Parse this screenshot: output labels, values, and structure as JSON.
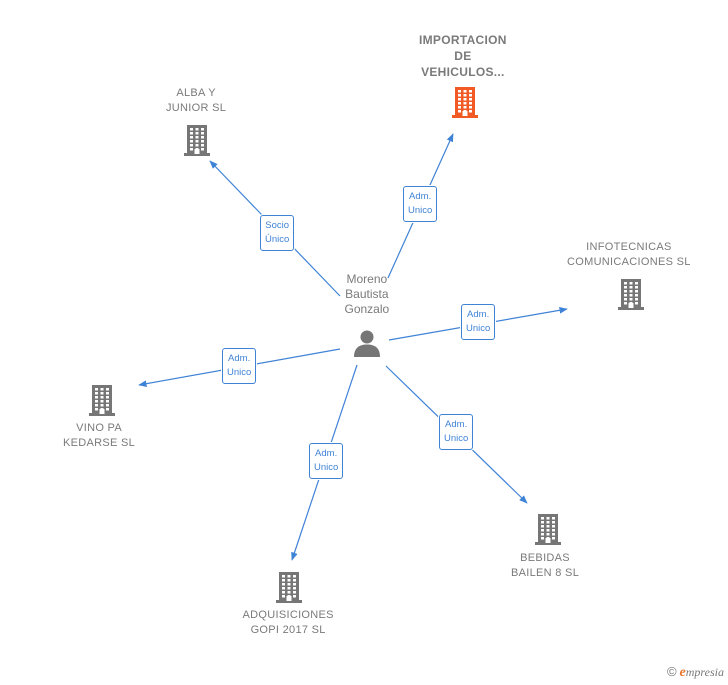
{
  "center": {
    "name_lines": [
      "Moreno",
      "Bautista",
      "Gonzalo"
    ],
    "icon": "person-icon"
  },
  "companies": [
    {
      "id": "importacion",
      "lines": [
        "IMPORTACION",
        "DE",
        "VEHICULOS..."
      ],
      "icon": "building-icon",
      "color": "#f15a24",
      "focus": true
    },
    {
      "id": "alba",
      "lines": [
        "ALBA Y",
        "JUNIOR SL"
      ],
      "icon": "building-icon",
      "color": "#767676"
    },
    {
      "id": "infotecnicas",
      "lines": [
        "INFOTECNICAS",
        "COMUNICACIONES SL"
      ],
      "icon": "building-icon",
      "color": "#767676"
    },
    {
      "id": "vino",
      "lines": [
        "VINO PA",
        "KEDARSE  SL"
      ],
      "icon": "building-icon",
      "color": "#767676"
    },
    {
      "id": "adquisiciones",
      "lines": [
        "ADQUISICIONES",
        "GOPI 2017  SL"
      ],
      "icon": "building-icon",
      "color": "#767676"
    },
    {
      "id": "bebidas",
      "lines": [
        "BEBIDAS",
        "BAILEN 8  SL"
      ],
      "icon": "building-icon",
      "color": "#767676"
    }
  ],
  "relations": [
    {
      "to": "importacion",
      "lines": [
        "Adm.",
        "Unico"
      ]
    },
    {
      "to": "alba",
      "lines": [
        "Socio",
        "Único"
      ]
    },
    {
      "to": "infotecnicas",
      "lines": [
        "Adm.",
        "Unico"
      ]
    },
    {
      "to": "vino",
      "lines": [
        "Adm.",
        "Unico"
      ]
    },
    {
      "to": "adquisiciones",
      "lines": [
        "Adm.",
        "Unico"
      ]
    },
    {
      "to": "bebidas",
      "lines": [
        "Adm.",
        "Unico"
      ]
    }
  ],
  "colors": {
    "edge": "#3f83d6",
    "node": "#767676",
    "focus": "#f15a24"
  },
  "brand": {
    "copyright": "©",
    "initial": "e",
    "text": "mpresia"
  }
}
